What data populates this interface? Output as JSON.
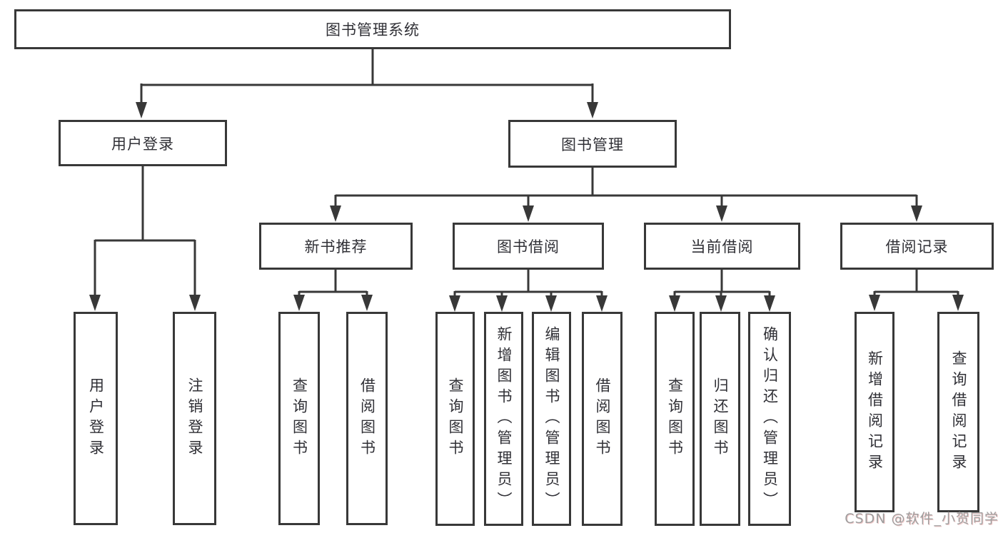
{
  "colors": {
    "line": "#383838",
    "node_border": "#383838",
    "node_text": "#303036",
    "background": "#ffffff",
    "watermark_text": "#9e9e9e"
  },
  "watermark": {
    "text": "CSDN @软件_小贺同学"
  },
  "diagram": {
    "root": {
      "label": "图书管理系统"
    },
    "branches": [
      {
        "label": "用户登录",
        "leaves": [
          {
            "label": "用户登录"
          },
          {
            "label": "注销登录"
          }
        ]
      },
      {
        "label": "图书管理",
        "modules": [
          {
            "label": "新书推荐",
            "leaves": [
              {
                "label": "查询图书"
              },
              {
                "label": "借阅图书"
              }
            ]
          },
          {
            "label": "图书借阅",
            "leaves": [
              {
                "label": "查询图书"
              },
              {
                "label": "新增图书（管理员）"
              },
              {
                "label": "编辑图书（管理员）"
              },
              {
                "label": "借阅图书"
              }
            ]
          },
          {
            "label": "当前借阅",
            "leaves": [
              {
                "label": "查询图书"
              },
              {
                "label": "归还图书"
              },
              {
                "label": "确认归还（管理员）"
              }
            ]
          },
          {
            "label": "借阅记录",
            "leaves": [
              {
                "label": "新增借阅记录"
              },
              {
                "label": "查询借阅记录"
              }
            ]
          }
        ]
      }
    ]
  }
}
